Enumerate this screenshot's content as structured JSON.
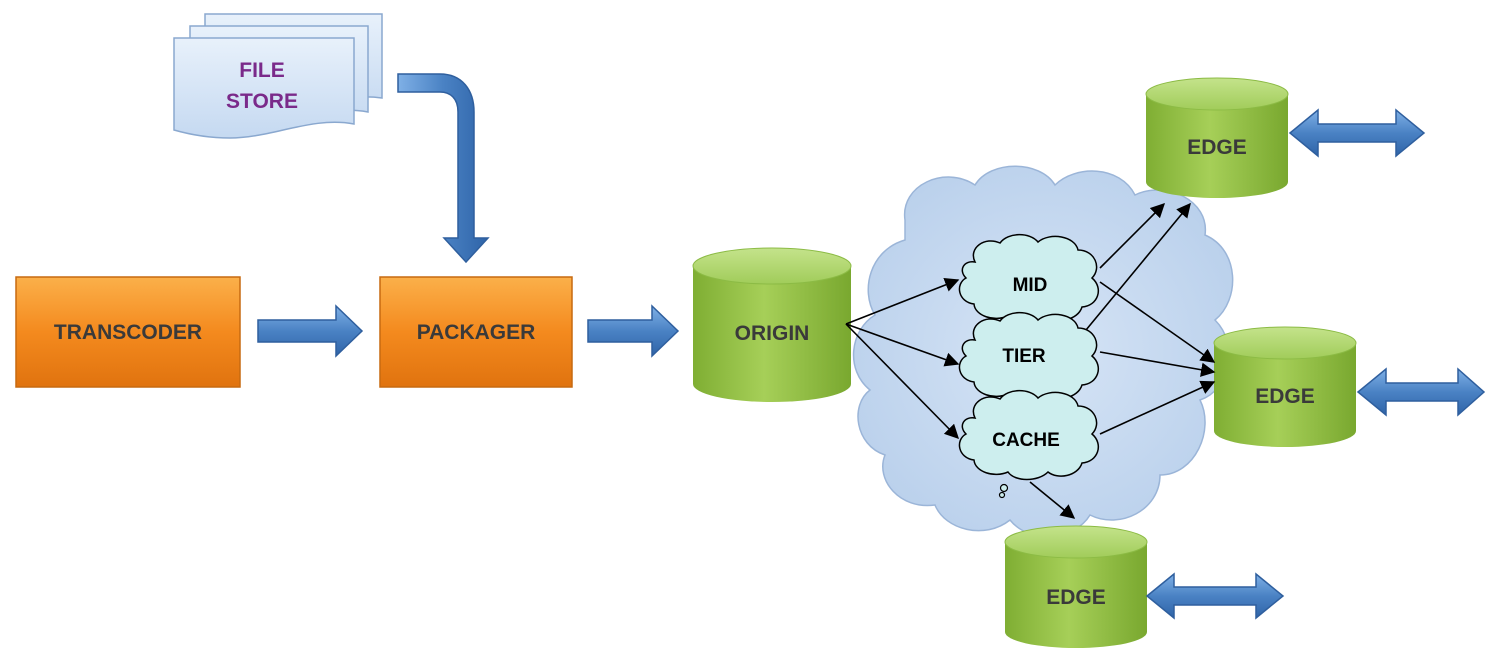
{
  "nodes": {
    "file_store": {
      "line1": "FILE",
      "line2": "STORE"
    },
    "transcoder": "TRANSCODER",
    "packager": "PACKAGER",
    "origin": "ORIGIN",
    "mid": "MID",
    "tier": "TIER",
    "cache": "CACHE",
    "edge_top": "EDGE",
    "edge_right": "EDGE",
    "edge_bottom": "EDGE"
  },
  "colors": {
    "orange": "#f08a1c",
    "green": "#8dbb3f",
    "blue_arrow": "#4a82c4",
    "cloud": "#c6d9f0",
    "mini_cloud": "#cdeeee",
    "file_text": "#7a2a8a",
    "box_text": "#3a3a3a"
  }
}
